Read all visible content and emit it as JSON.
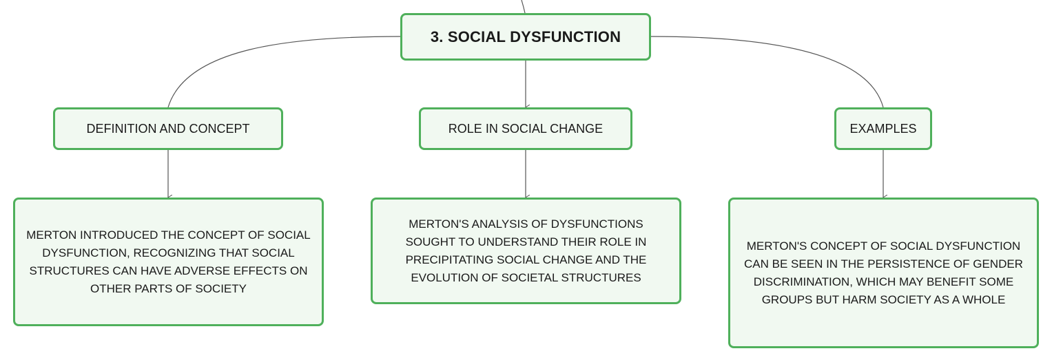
{
  "root": {
    "label": "3. SOCIAL DYSFUNCTION"
  },
  "branches": [
    {
      "label": "DEFINITION AND CONCEPT",
      "detail": "MERTON INTRODUCED THE CONCEPT OF SOCIAL DYSFUNCTION, RECOGNIZING THAT SOCIAL STRUCTURES CAN HAVE ADVERSE EFFECTS ON OTHER PARTS OF SOCIETY"
    },
    {
      "label": "ROLE IN SOCIAL CHANGE",
      "detail": "MERTON'S ANALYSIS OF DYSFUNCTIONS SOUGHT TO UNDERSTAND THEIR ROLE IN PRECIPITATING SOCIAL CHANGE AND THE EVOLUTION OF SOCIETAL STRUCTURES"
    },
    {
      "label": "EXAMPLES",
      "detail": "MERTON'S CONCEPT OF SOCIAL DYSFUNCTION CAN BE SEEN IN THE PERSISTENCE OF GENDER DISCRIMINATION, WHICH MAY BENEFIT SOME GROUPS BUT HARM SOCIETY AS A WHOLE"
    }
  ],
  "colors": {
    "node_border": "#4fb05b",
    "node_fill": "#f1f9f1",
    "connector": "#555555"
  }
}
